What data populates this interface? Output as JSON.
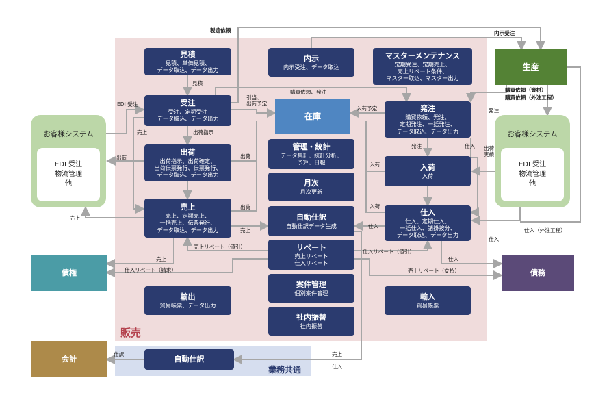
{
  "regions": {
    "sales_label": "販売",
    "common_label": "業務共通"
  },
  "colors": {
    "sales_bg": "#f0dcdc",
    "common_bg": "#d6deef",
    "navy": "#2b3b6f",
    "inventory": "#4f86c2",
    "production": "#548235",
    "receivable": "#4b9ca6",
    "payable": "#5b4a78",
    "accounting": "#ad8a4a",
    "customer_system": "#bcd7a8"
  },
  "boxes": {
    "mitsumori": {
      "title": "見積",
      "desc": "見積、単価見積、\nデータ取込、データ出力"
    },
    "naiji": {
      "title": "内示",
      "desc": "内示受注、データ取込"
    },
    "master": {
      "title": "マスターメンテナンス",
      "desc": "定期受注、定期売上、\n売上リベート条件、\nマスター取込、マスター出力"
    },
    "seisan": {
      "title": "生産"
    },
    "juchu": {
      "title": "受注",
      "desc": "受注、定期受注\nデータ取込、データ出力"
    },
    "zaiko": {
      "title": "在庫"
    },
    "hatchu": {
      "title": "発注",
      "desc": "購買依頼、発注、\n定期発注、一括発注、\nデータ取込、データ出力"
    },
    "kanri": {
      "title": "管理・統計",
      "desc": "データ集計、統計分析、\n予算、日報"
    },
    "shukka": {
      "title": "出荷",
      "desc": "出荷指示、出荷確定、\n出荷伝票発行、伝票発行、\nデータ取込、データ出力"
    },
    "nyuka": {
      "title": "入荷",
      "desc": "入荷"
    },
    "getsuji": {
      "title": "月次",
      "desc": "月次更新"
    },
    "uriage": {
      "title": "売上",
      "desc": "売上、定期売上、\n一括売上、伝票発行、\nデータ取込、データ出力"
    },
    "jidou": {
      "title": "自動仕訳",
      "desc": "自動仕訳データ生成"
    },
    "shiire": {
      "title": "仕入",
      "desc": "仕入、定期仕入、\n一括仕入、諸掛按分、\nデータ取込、データ出力"
    },
    "rebate": {
      "title": "リベート",
      "desc": "売上リベート\n仕入リベート"
    },
    "saiken": {
      "title": "債権"
    },
    "saimu": {
      "title": "債務"
    },
    "anken": {
      "title": "案件管理",
      "desc": "個別案件管理"
    },
    "yushutsu": {
      "title": "輸出",
      "desc": "貿易帳票、データ出力"
    },
    "yunyu": {
      "title": "輸入",
      "desc": "貿易帳票"
    },
    "shanai": {
      "title": "社内振替",
      "desc": "社内振替"
    },
    "kaikei": {
      "title": "会計"
    },
    "jidou2": {
      "title": "自動仕訳"
    }
  },
  "customer_left": {
    "title": "お客様システム",
    "body": "EDI 受注\n物流管理\n他"
  },
  "customer_right": {
    "title": "お客様システム",
    "body": "EDI 受注\n物流管理\n他"
  },
  "labels": {
    "seizou": "製造依頼",
    "naiji_juchu": "内示受注",
    "mitsumori_arrow": "見積",
    "edi_juchu": "EDI 受注",
    "hikiate": "引当、\n出荷予定",
    "kobai_hatchu": "購買依頼、発注",
    "nyuka_yotei": "入荷予定",
    "kobai_shizai": "購買依頼（資材）",
    "kobai_gaichu": "購買依頼（外注工程）",
    "hatchu_r": "発注",
    "uriage_l": "売上",
    "shukka_shiji": "出荷指示",
    "shukka_a": "出荷",
    "shukka_b": "出荷",
    "hatchu2": "発注",
    "shiire_a": "仕入",
    "shukka_jisseki": "出荷\n実績",
    "nyuka_a": "入荷",
    "nyuka_b": "入荷",
    "uriage_c": "売上",
    "shukka_c": "出荷",
    "shiire_b": "仕入",
    "shiire_c": "仕入",
    "shiire_gaichu": "仕入（外注工程）",
    "uriage_rebate_neb": "売上リベート（値引）",
    "uriage_d": "売上",
    "shiire_rebate_neb": "仕入リベート（値引）",
    "shiire_d": "仕入",
    "shiire_rebate_seikyu": "仕入リベート（請求）",
    "uriage_rebate_shiharai": "売上リベート（支払）",
    "shiwake": "仕訳",
    "uriage_e": "売上",
    "shiire_e": "仕入"
  }
}
